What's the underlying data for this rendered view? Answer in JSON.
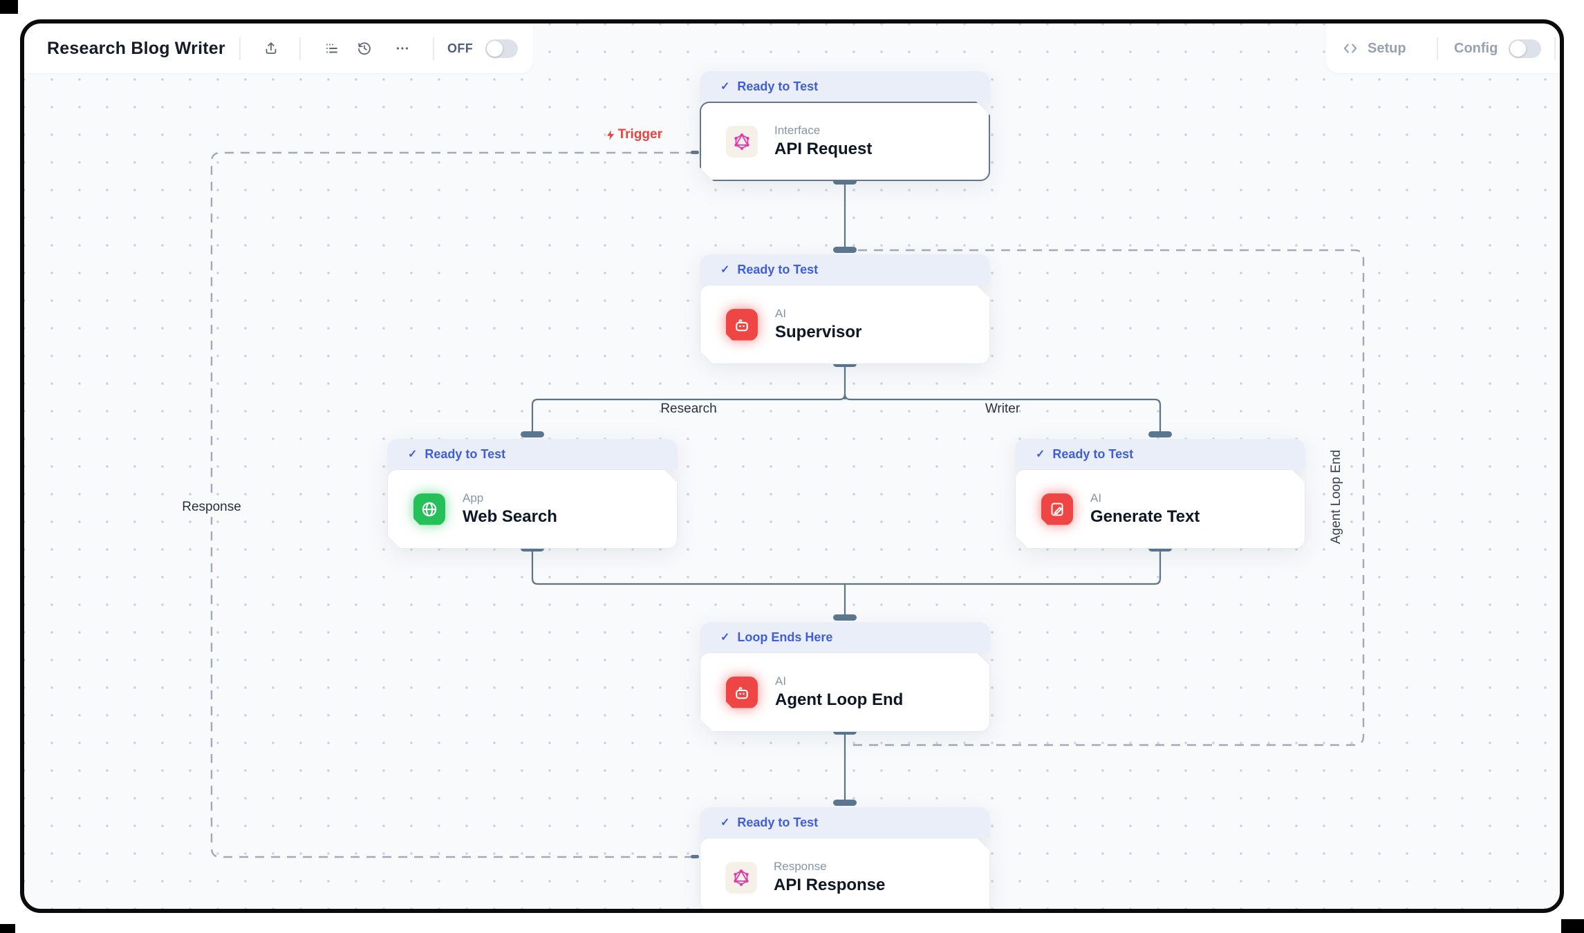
{
  "header": {
    "title": "Research Blog Writer",
    "off_label": "OFF",
    "off_state": "off",
    "toolbar_icons": [
      "share-up",
      "list",
      "history",
      "ellipsis"
    ],
    "right": {
      "setup_label": "Setup",
      "config_label": "Config",
      "config_state": "off"
    }
  },
  "canvas": {
    "labels": {
      "trigger": "Trigger",
      "research": "Research",
      "writer": "Writer",
      "response": "Response",
      "agent_loop_end": "Agent Loop End"
    },
    "nodes": [
      {
        "id": "api-request",
        "status": "Ready to Test",
        "type": "Interface",
        "title": "API Request",
        "icon": "graphql-pink"
      },
      {
        "id": "supervisor",
        "status": "Ready to Test",
        "type": "AI",
        "title": "Supervisor",
        "icon": "robot-red"
      },
      {
        "id": "web-search",
        "status": "Ready to Test",
        "type": "App",
        "title": "Web Search",
        "icon": "globe-green"
      },
      {
        "id": "generate-text",
        "status": "Ready to Test",
        "type": "AI",
        "title": "Generate Text",
        "icon": "clipboard-pencil-red"
      },
      {
        "id": "agent-loop-end",
        "status": "Loop Ends Here",
        "type": "AI",
        "title": "Agent Loop End",
        "icon": "robot-red"
      },
      {
        "id": "api-response",
        "status": "Ready to Test",
        "type": "Response",
        "title": "API Response",
        "icon": "graphql-pink"
      }
    ]
  },
  "icons": {
    "check": "✓"
  },
  "colors": {
    "badge_bg": "#e9eef9",
    "badge_text": "#3f5ed8",
    "canvas_bg": "#f8fafc",
    "dot": "#c9d2dd",
    "edge_solid": "#5d7488",
    "edge_dashed": "#a0aab8",
    "port": "#5d7891",
    "ai_red": "#ee4545",
    "app_green": "#25c05a",
    "interface_pink": "#e535ab",
    "trigger_red": "#e8433d",
    "selected_border": "#64748b",
    "frame_black": "#0b0b0b"
  }
}
